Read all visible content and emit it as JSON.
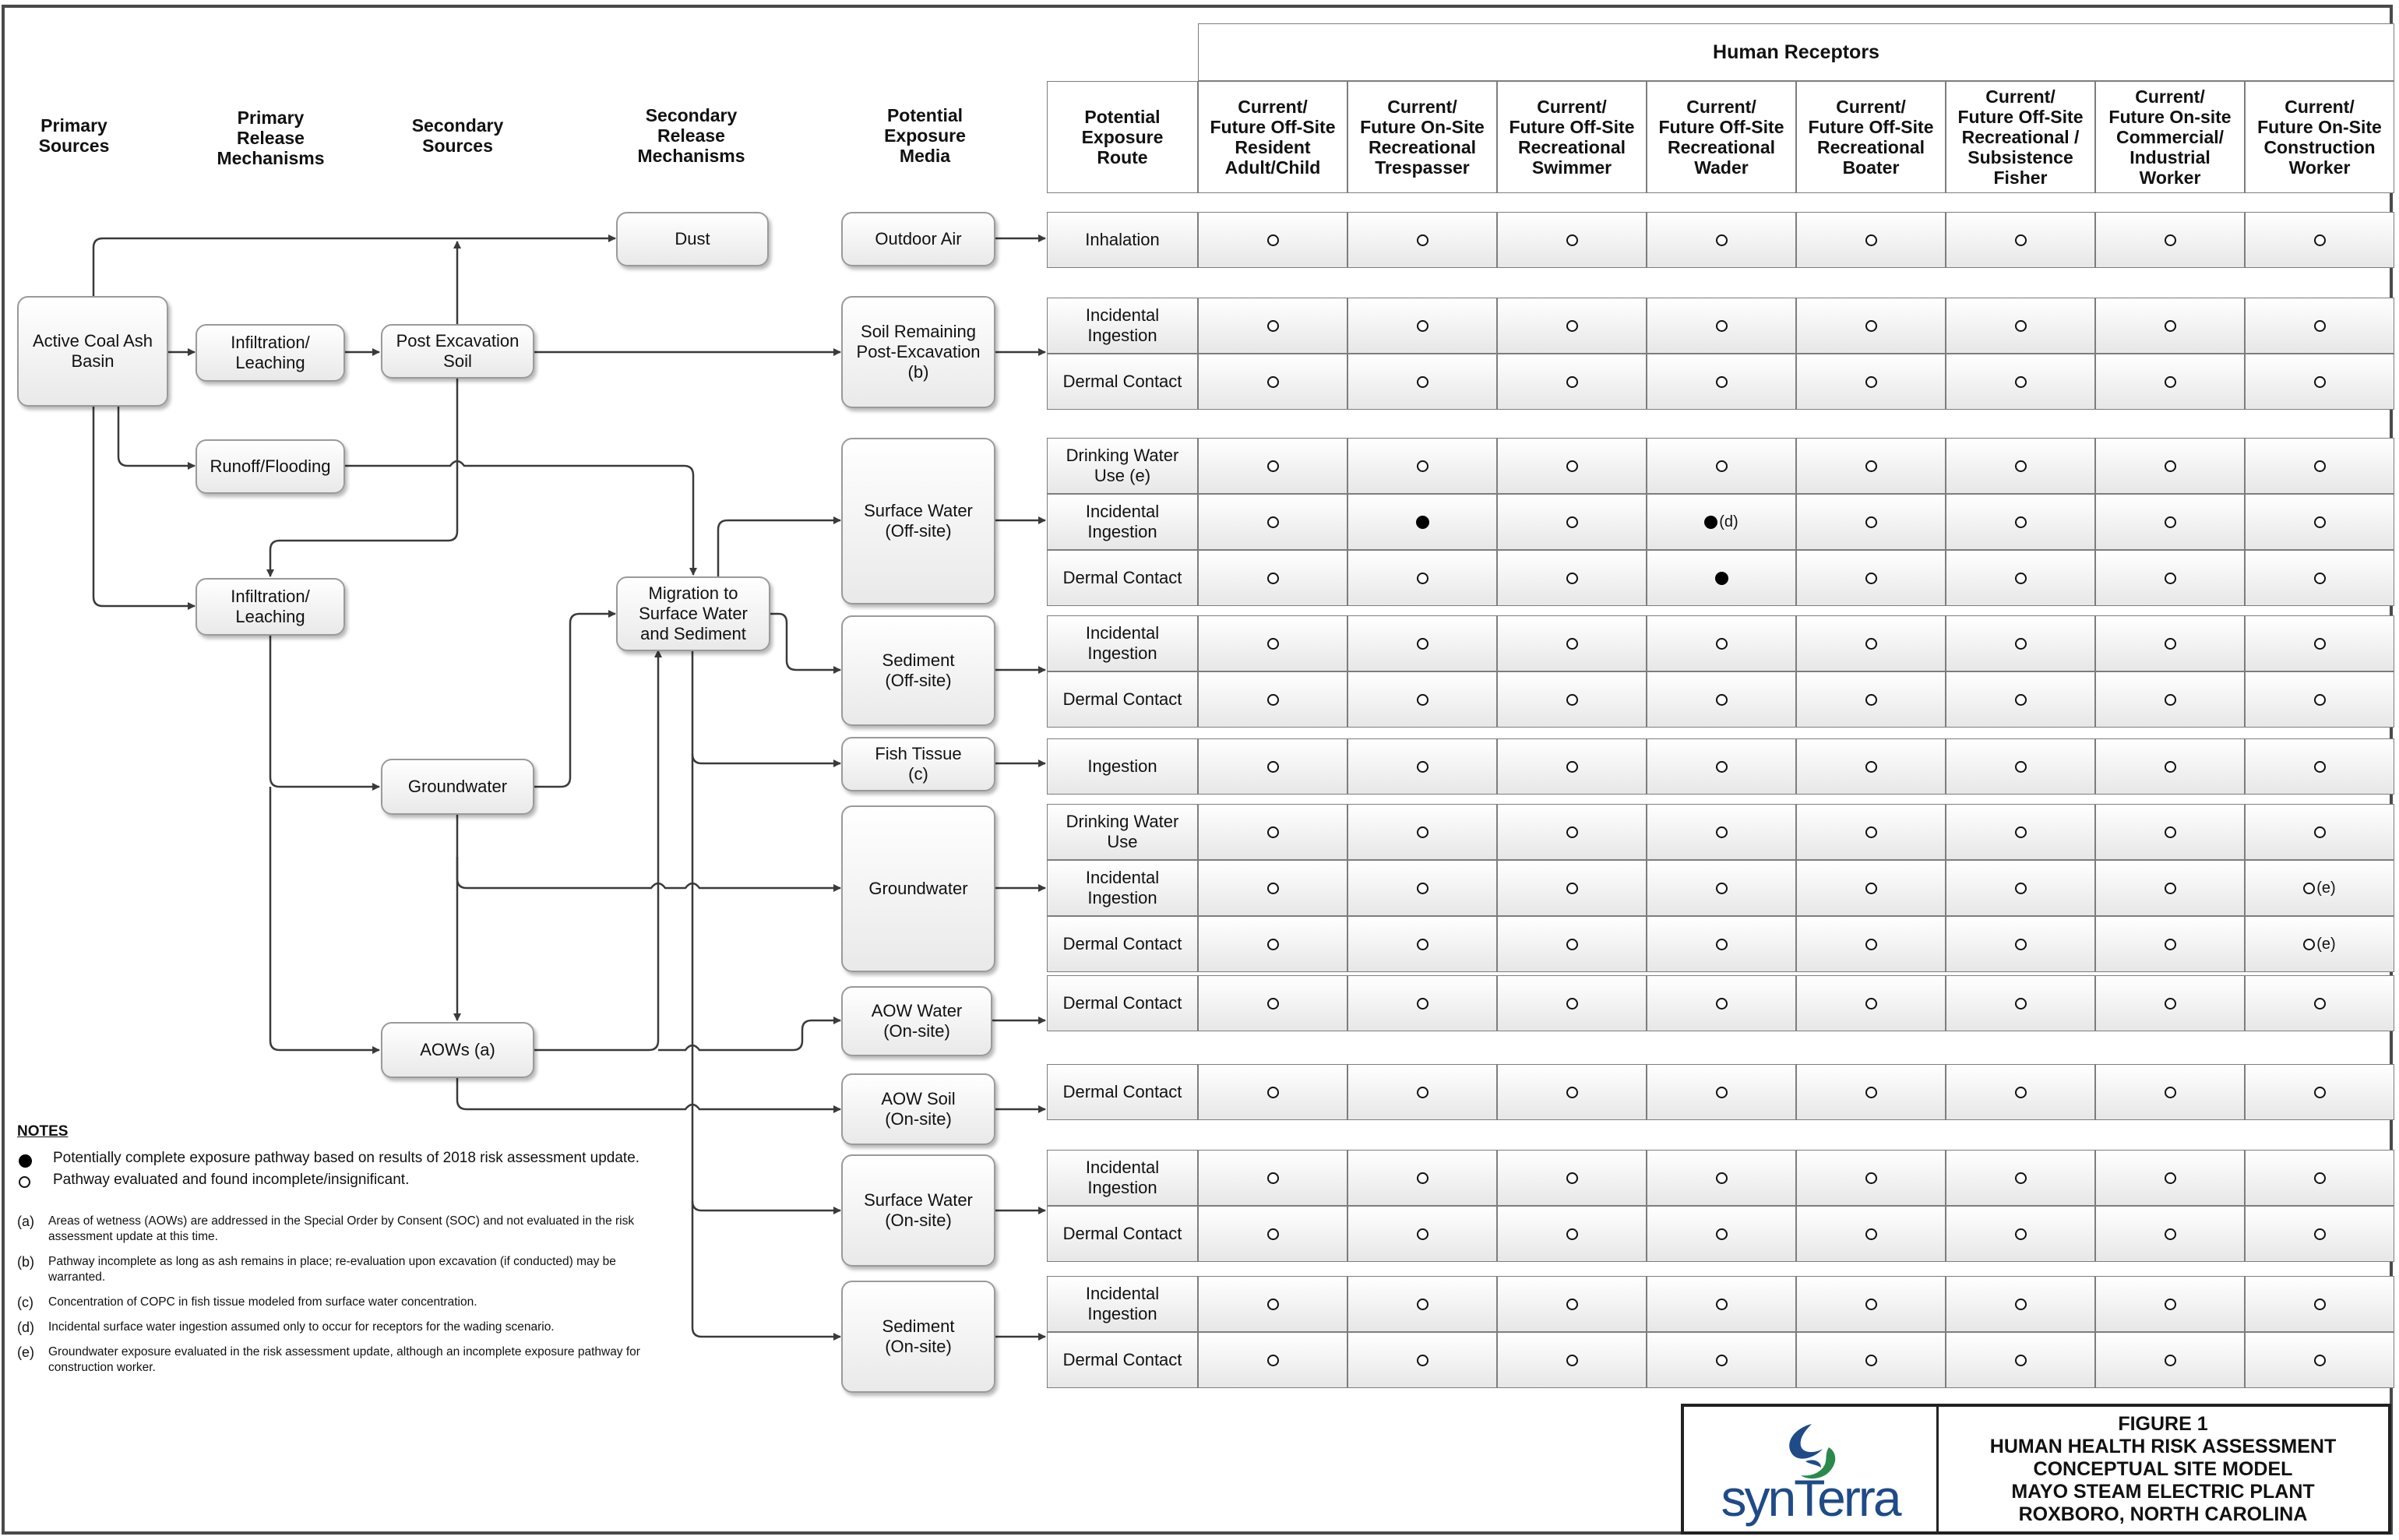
{
  "flow_headers": [
    {
      "id": "primary_sources",
      "label": "Primary\nSources"
    },
    {
      "id": "primary_release",
      "label": "Primary\nRelease\nMechanisms"
    },
    {
      "id": "secondary_sources",
      "label": "Secondary\nSources"
    },
    {
      "id": "secondary_release",
      "label": "Secondary\nRelease\nMechanisms"
    },
    {
      "id": "exposure_media",
      "label": "Potential\nExposure\nMedia"
    }
  ],
  "nodes": [
    {
      "id": "ash_basin",
      "label": "Active Coal Ash\nBasin"
    },
    {
      "id": "infiltration1",
      "label": "Infiltration/\nLeaching"
    },
    {
      "id": "runoff",
      "label": "Runoff/Flooding"
    },
    {
      "id": "infiltration2",
      "label": "Infiltration/\nLeaching"
    },
    {
      "id": "post_soil",
      "label": "Post Excavation\nSoil"
    },
    {
      "id": "groundwater_src",
      "label": "Groundwater"
    },
    {
      "id": "aows",
      "label": "AOWs (a)"
    },
    {
      "id": "dust",
      "label": "Dust"
    },
    {
      "id": "migration",
      "label": "Migration to\nSurface Water\nand Sediment"
    },
    {
      "id": "outdoor_air",
      "label": "Outdoor Air"
    },
    {
      "id": "soil_remaining",
      "label": "Soil Remaining\nPost-Excavation\n(b)"
    },
    {
      "id": "sw_offsite",
      "label": "Surface Water\n(Off-site)"
    },
    {
      "id": "sed_offsite",
      "label": "Sediment\n(Off-site)"
    },
    {
      "id": "fish",
      "label": "Fish Tissue\n(c)"
    },
    {
      "id": "gw_media",
      "label": "Groundwater"
    },
    {
      "id": "aow_water",
      "label": "AOW Water\n(On-site)"
    },
    {
      "id": "aow_soil",
      "label": "AOW Soil\n(On-site)"
    },
    {
      "id": "sw_onsite",
      "label": "Surface Water\n(On-site)"
    },
    {
      "id": "sed_onsite",
      "label": "Sediment\n(On-site)"
    }
  ],
  "table": {
    "title": "Human Receptors",
    "route_header": "Potential\nExposure\nRoute",
    "receptors": [
      "Current/\nFuture Off-Site\nResident\nAdult/Child",
      "Current/\nFuture On-Site\nRecreational\nTrespasser",
      "Current/\nFuture Off-Site\nRecreational\nSwimmer",
      "Current/\nFuture Off-Site\nRecreational\nWader",
      "Current/\nFuture Off-Site\nRecreational\nBoater",
      "Current/\nFuture Off-Site\nRecreational /\nSubsistence\nFisher",
      "Current/\nFuture On-site\nCommercial/\nIndustrial\nWorker",
      "Current/\nFuture On-Site\nConstruction\nWorker"
    ],
    "groups": [
      {
        "media": "outdoor_air",
        "rows": [
          {
            "route": "Inhalation",
            "marks": [
              "open",
              "open",
              "open",
              "open",
              "open",
              "open",
              "open",
              "open"
            ]
          }
        ]
      },
      {
        "media": "soil_remaining",
        "rows": [
          {
            "route": "Incidental\nIngestion",
            "marks": [
              "open",
              "open",
              "open",
              "open",
              "open",
              "open",
              "open",
              "open"
            ]
          },
          {
            "route": "Dermal Contact",
            "marks": [
              "open",
              "open",
              "open",
              "open",
              "open",
              "open",
              "open",
              "open"
            ]
          }
        ]
      },
      {
        "media": "sw_offsite",
        "rows": [
          {
            "route": "Drinking Water\nUse (e)",
            "marks": [
              "open",
              "open",
              "open",
              "open",
              "open",
              "open",
              "open",
              "open"
            ]
          },
          {
            "route": "Incidental\nIngestion",
            "marks": [
              "open",
              "filled",
              "open",
              "filled",
              "open",
              "open",
              "open",
              "open"
            ],
            "suffix": {
              "3": "(d)"
            }
          },
          {
            "route": "Dermal Contact",
            "marks": [
              "open",
              "open",
              "open",
              "filled",
              "open",
              "open",
              "open",
              "open"
            ]
          }
        ]
      },
      {
        "media": "sed_offsite",
        "rows": [
          {
            "route": "Incidental\nIngestion",
            "marks": [
              "open",
              "open",
              "open",
              "open",
              "open",
              "open",
              "open",
              "open"
            ]
          },
          {
            "route": "Dermal Contact",
            "marks": [
              "open",
              "open",
              "open",
              "open",
              "open",
              "open",
              "open",
              "open"
            ]
          }
        ]
      },
      {
        "media": "fish",
        "rows": [
          {
            "route": "Ingestion",
            "marks": [
              "open",
              "open",
              "open",
              "open",
              "open",
              "open",
              "open",
              "open"
            ]
          }
        ]
      },
      {
        "media": "gw_media",
        "rows": [
          {
            "route": "Drinking Water\nUse",
            "marks": [
              "open",
              "open",
              "open",
              "open",
              "open",
              "open",
              "open",
              "open"
            ]
          },
          {
            "route": "Incidental\nIngestion",
            "marks": [
              "open",
              "open",
              "open",
              "open",
              "open",
              "open",
              "open",
              "open"
            ],
            "suffix": {
              "7": "(e)"
            }
          },
          {
            "route": "Dermal Contact",
            "marks": [
              "open",
              "open",
              "open",
              "open",
              "open",
              "open",
              "open",
              "open"
            ],
            "suffix": {
              "7": "(e)"
            }
          }
        ]
      },
      {
        "media": "aow_water",
        "rows": [
          {
            "route": "Dermal Contact",
            "marks": [
              "open",
              "open",
              "open",
              "open",
              "open",
              "open",
              "open",
              "open"
            ]
          }
        ]
      },
      {
        "media": "aow_soil",
        "rows": [
          {
            "route": "Dermal Contact",
            "marks": [
              "open",
              "open",
              "open",
              "open",
              "open",
              "open",
              "open",
              "open"
            ]
          }
        ]
      },
      {
        "media": "sw_onsite",
        "rows": [
          {
            "route": "Incidental\nIngestion",
            "marks": [
              "open",
              "open",
              "open",
              "open",
              "open",
              "open",
              "open",
              "open"
            ]
          },
          {
            "route": "Dermal Contact",
            "marks": [
              "open",
              "open",
              "open",
              "open",
              "open",
              "open",
              "open",
              "open"
            ]
          }
        ]
      },
      {
        "media": "sed_onsite",
        "rows": [
          {
            "route": "Incidental\nIngestion",
            "marks": [
              "open",
              "open",
              "open",
              "open",
              "open",
              "open",
              "open",
              "open"
            ]
          },
          {
            "route": "Dermal Contact",
            "marks": [
              "open",
              "open",
              "open",
              "open",
              "open",
              "open",
              "open",
              "open"
            ]
          }
        ]
      }
    ]
  },
  "notes": {
    "title": "NOTES",
    "legend": [
      {
        "symbol": "filled",
        "text": "Potentially complete exposure pathway based on results of 2018 risk assessment update."
      },
      {
        "symbol": "open",
        "text": "Pathway evaluated and found incomplete/insignificant."
      }
    ],
    "footnotes": [
      {
        "key": "(a)",
        "text": "Areas of wetness (AOWs) are addressed in the Special Order by Consent (SOC) and not evaluated in the risk assessment update at this time."
      },
      {
        "key": "(b)",
        "text": "Pathway incomplete as long as ash remains in place; re-evaluation upon excavation (if conducted) may be warranted."
      },
      {
        "key": "(c)",
        "text": "Concentration of COPC in fish tissue modeled from surface water concentration."
      },
      {
        "key": "(d)",
        "text": "Incidental surface water ingestion assumed only to occur for receptors for the wading scenario."
      },
      {
        "key": "(e)",
        "text": "Groundwater exposure evaluated in the risk assessment update, although an incomplete exposure pathway for construction worker."
      }
    ]
  },
  "title_block": {
    "logo_text": "synTerra",
    "lines": [
      "FIGURE 1",
      "HUMAN HEALTH RISK ASSESSMENT",
      "CONCEPTUAL SITE MODEL",
      "MAYO STEAM ELECTRIC PLANT",
      "ROXBORO, NORTH CAROLINA"
    ]
  },
  "colors": {
    "line": "#3a3a3a",
    "box_border": "#9a9a9a",
    "logo_blue": "#1f4b87",
    "logo_green": "#2b8a4b"
  }
}
